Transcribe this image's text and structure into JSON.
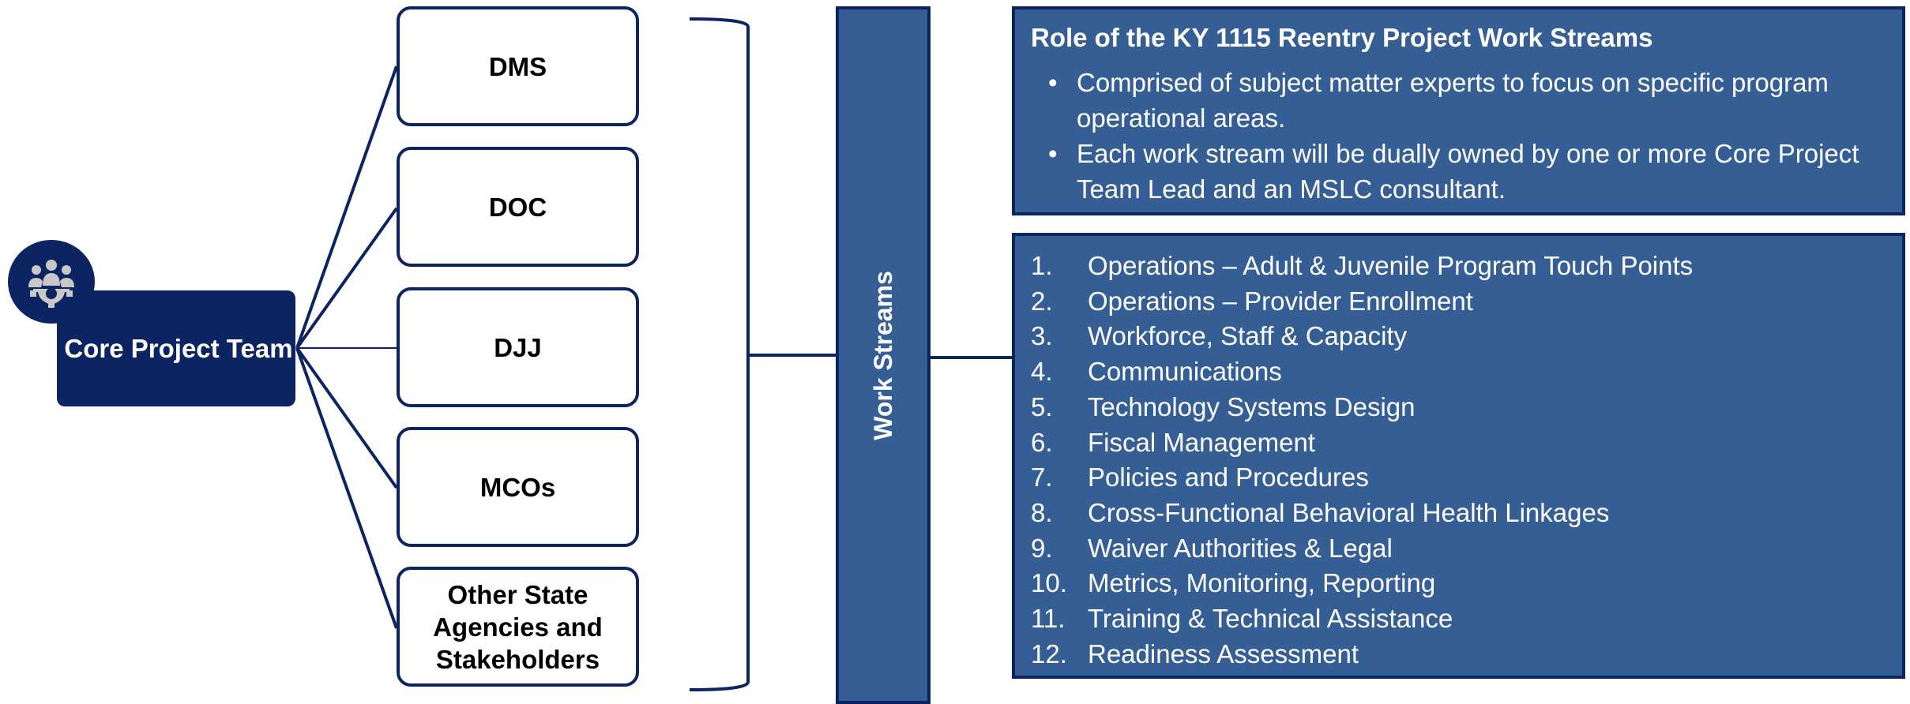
{
  "core_team": {
    "label": "Core Project Team",
    "icon": "people-gear-icon"
  },
  "organizations": [
    {
      "id": "dms",
      "label": "DMS"
    },
    {
      "id": "doc",
      "label": "DOC"
    },
    {
      "id": "djj",
      "label": "DJJ"
    },
    {
      "id": "mcos",
      "label": "MCOs"
    },
    {
      "id": "other",
      "label": "Other State\nAgencies and\nStakeholders"
    }
  ],
  "work_streams_label": "Work Streams",
  "role_panel": {
    "title": "Role of the KY 1115 Reentry Project Work Streams",
    "bullets": [
      "Comprised of subject matter experts to focus on specific program operational  areas.",
      "Each work stream will be dually owned by one or more Core Project Team Lead and an MSLC consultant."
    ]
  },
  "work_streams": [
    {
      "num": "1.",
      "label": "Operations – Adult & Juvenile Program Touch Points"
    },
    {
      "num": "2.",
      "label": "Operations – Provider Enrollment"
    },
    {
      "num": "3.",
      "label": "Workforce, Staff & Capacity"
    },
    {
      "num": "4.",
      "label": "Communications"
    },
    {
      "num": "5.",
      "label": "Technology Systems Design"
    },
    {
      "num": "6.",
      "label": "Fiscal Management"
    },
    {
      "num": "7.",
      "label": "Policies and Procedures"
    },
    {
      "num": "8.",
      "label": "Cross-Functional Behavioral Health Linkages"
    },
    {
      "num": "9.",
      "label": "Waiver Authorities & Legal"
    },
    {
      "num": "10.",
      "label": "Metrics, Monitoring, Reporting"
    },
    {
      "num": "11.",
      "label": "Training & Technical Assistance"
    },
    {
      "num": "12.",
      "label": "Readiness Assessment"
    }
  ],
  "colors": {
    "navy": "#0c2461",
    "steel_blue": "#355f94",
    "white": "#ffffff"
  }
}
